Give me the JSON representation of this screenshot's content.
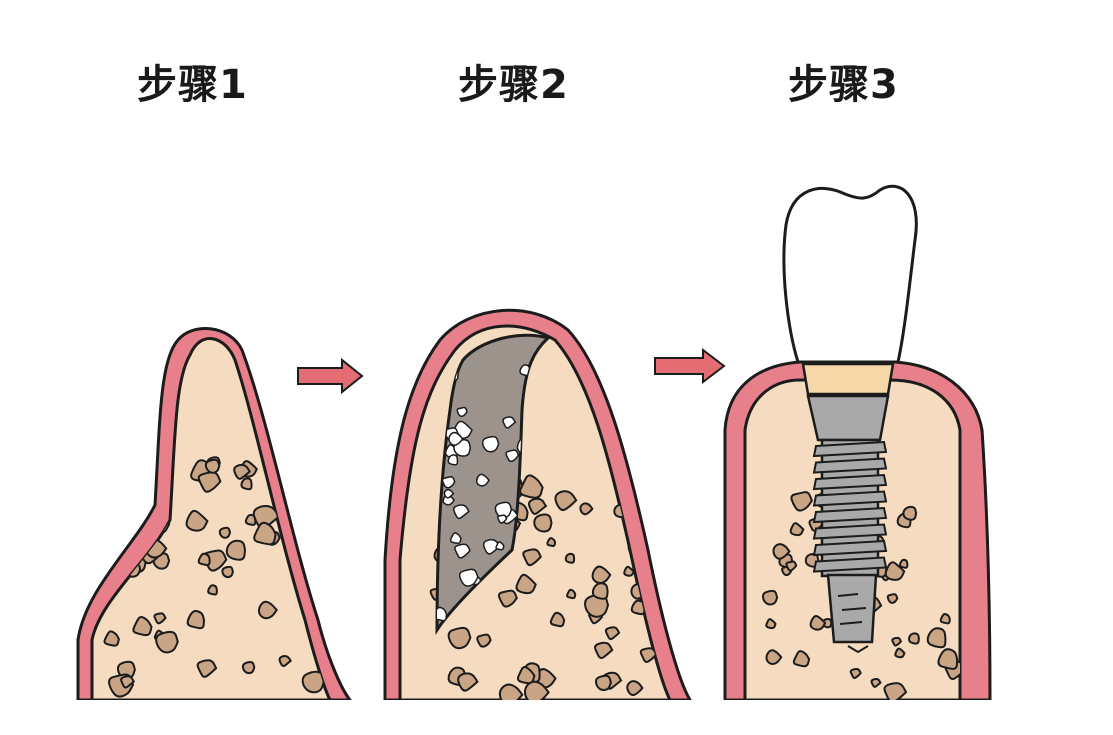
{
  "steps": [
    {
      "label": "步骤1"
    },
    {
      "label": "步骤2"
    },
    {
      "label": "步骤3"
    }
  ],
  "colors": {
    "gum": "#e8808c",
    "bone": "#f5dcc1",
    "particle": "#c9a586",
    "graft": "#9b938c",
    "arrow": "#e36d73",
    "implant": "#a9a9a9",
    "abutment_collar": "#f6d8a8",
    "crown": "#ffffff",
    "outline": "#1c1c1c"
  },
  "icons": [
    "right-arrow-icon",
    "right-arrow-icon"
  ]
}
